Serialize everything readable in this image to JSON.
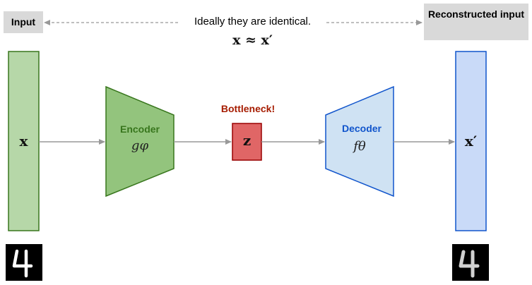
{
  "labels": {
    "input": "Input",
    "reconstructed": "Reconstructed input",
    "identical": "Ideally they are identical.",
    "approx": "x ≈ x′",
    "bottleneck": "Bottleneck!",
    "encoder": "Encoder",
    "encoder_fn": "gφ",
    "decoder": "Decoder",
    "decoder_fn": "fθ",
    "x": "x",
    "z": "z",
    "x_prime": "x′"
  },
  "colors": {
    "input_fill": "#b6d7a8",
    "input_stroke": "#38761d",
    "encoder_fill": "#93c47d",
    "encoder_text": "#38761d",
    "bottleneck_fill": "#e06666",
    "bottleneck_stroke": "#990000",
    "bottleneck_text": "#a61c00",
    "decoder_fill": "#cfe2f3",
    "decoder_stroke": "#1155cc",
    "decoder_text": "#1155cc",
    "output_fill": "#c9daf8",
    "output_stroke": "#1155cc",
    "arrow": "#999999",
    "tag_fill": "#d9d9d9"
  },
  "icons": {
    "input_image": "handwritten-digit-4-icon",
    "output_image": "handwritten-digit-4-icon"
  }
}
